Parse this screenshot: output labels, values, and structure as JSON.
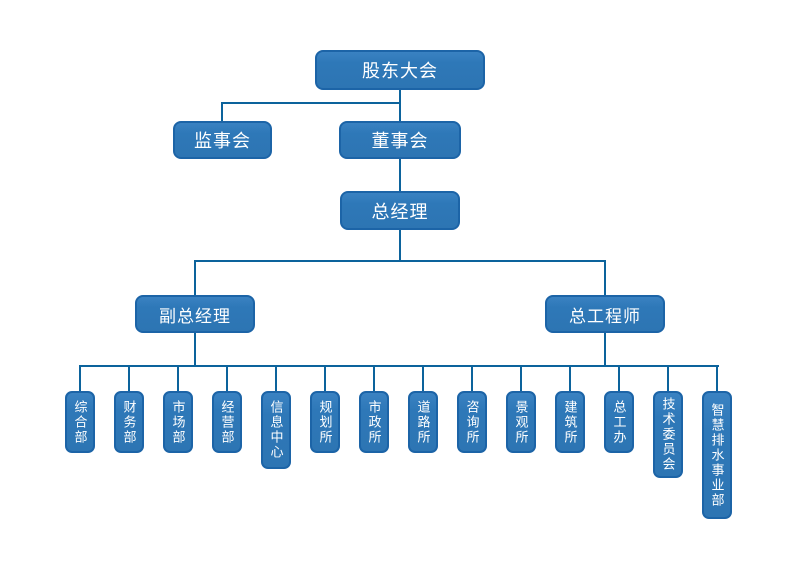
{
  "diagram": {
    "type": "org-chart",
    "colors": {
      "background": "#ffffff",
      "node_fill": "#2e78b8",
      "node_border": "#1c64a7",
      "connector": "#0c639c",
      "node_text": "#ffffff"
    },
    "nodes": {
      "shareholders_meeting": "股东大会",
      "supervisory_board": "监事会",
      "board_of_directors": "董事会",
      "general_manager": "总经理",
      "deputy_general_manager": "副总经理",
      "chief_engineer": "总工程师",
      "departments": [
        "综合部",
        "财务部",
        "市场部",
        "经营部",
        "信息中心",
        "规划所",
        "市政所",
        "道路所",
        "咨询所",
        "景观所",
        "建筑所",
        "总工办",
        "技术委员会",
        "智慧排水事业部"
      ]
    },
    "edges": [
      {
        "from": "股东大会",
        "to": "监事会"
      },
      {
        "from": "股东大会",
        "to": "董事会"
      },
      {
        "from": "董事会",
        "to": "总经理"
      },
      {
        "from": "总经理",
        "to": "副总经理"
      },
      {
        "from": "总经理",
        "to": "总工程师"
      },
      {
        "from": "副总经理",
        "to": "departments (shared rail)"
      },
      {
        "from": "总工程师",
        "to": "departments (shared rail)"
      }
    ]
  }
}
